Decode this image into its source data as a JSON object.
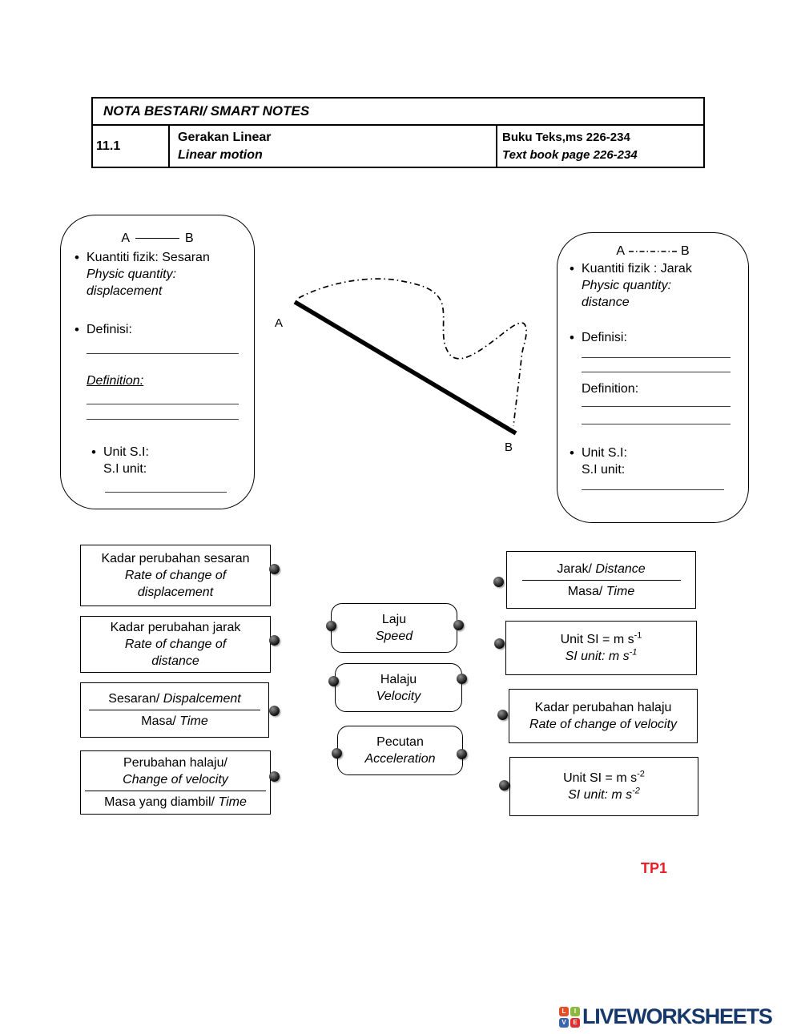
{
  "header_table": {
    "title": "NOTA BESTARI/ SMART NOTES",
    "section_number": "11.1",
    "topic": {
      "my": "Gerakan Linear",
      "en": "Linear motion"
    },
    "reference": {
      "my": "Buku Teks,ms 226-234",
      "en": "Text book page 226-234"
    }
  },
  "displacement_box": {
    "point_a": "A",
    "point_b": "B",
    "quantity_my": "Kuantiti fizik: Sesaran",
    "quantity_en1": "Physic quantity:",
    "quantity_en2": "displacement",
    "definition_my": "Definisi:",
    "definition_en": "Definition:",
    "unit_my": "Unit S.I:",
    "unit_en": "S.I unit:"
  },
  "distance_box": {
    "point_a": "A",
    "point_b": "B",
    "quantity_my": "Kuantiti fizik : Jarak",
    "quantity_en1": "Physic quantity:",
    "quantity_en2": "distance",
    "definition_my": "Definisi:",
    "definition_en": "Definition:",
    "unit_my": "Unit S.I:",
    "unit_en": "S.I unit:"
  },
  "diagram": {
    "point_a": "A",
    "point_b": "B"
  },
  "match": {
    "left": [
      {
        "line1": "Kadar perubahan sesaran",
        "line2": "Rate of change of",
        "line3": "displacement"
      },
      {
        "line1": "Kadar perubahan jarak",
        "line2": "Rate of change of",
        "line3": "distance"
      },
      {
        "num_my": "Sesaran/",
        "num_en": "Dispalcement",
        "den_my": "Masa/",
        "den_en": "Time"
      },
      {
        "num_line1": "Perubahan halaju/",
        "num_line2": "Change of velocity",
        "den_my": "Masa yang diambil/",
        "den_en": "Time"
      }
    ],
    "middle": [
      {
        "my": "Laju",
        "en": "Speed"
      },
      {
        "my": "Halaju",
        "en": "Velocity"
      },
      {
        "my": "Pecutan",
        "en": "Acceleration"
      }
    ],
    "right": [
      {
        "num_my": "Jarak/",
        "num_en": "Distance",
        "den_my": "Masa/",
        "den_en": "Time"
      },
      {
        "line1": "Unit SI = m s",
        "sup1": "-1",
        "line2": "SI unit: m s",
        "sup2": "-1"
      },
      {
        "line1": "Kadar perubahan halaju",
        "line2": "Rate of change of velocity"
      },
      {
        "line1": "Unit SI = m s",
        "sup1": "-2",
        "line2": "SI unit: m s",
        "sup2": "-2"
      }
    ]
  },
  "footer": {
    "tp_label": "TP1",
    "logo_text": "LIVEWORKSHEETS",
    "logo_letters": [
      "L",
      "I",
      "V",
      "E"
    ]
  },
  "colors": {
    "tp_red": "#ee1c24",
    "logo_navy": "#17386a",
    "logo_squares": [
      "#e54d26",
      "#8cb841",
      "#3a66ae",
      "#e02d2d"
    ]
  }
}
